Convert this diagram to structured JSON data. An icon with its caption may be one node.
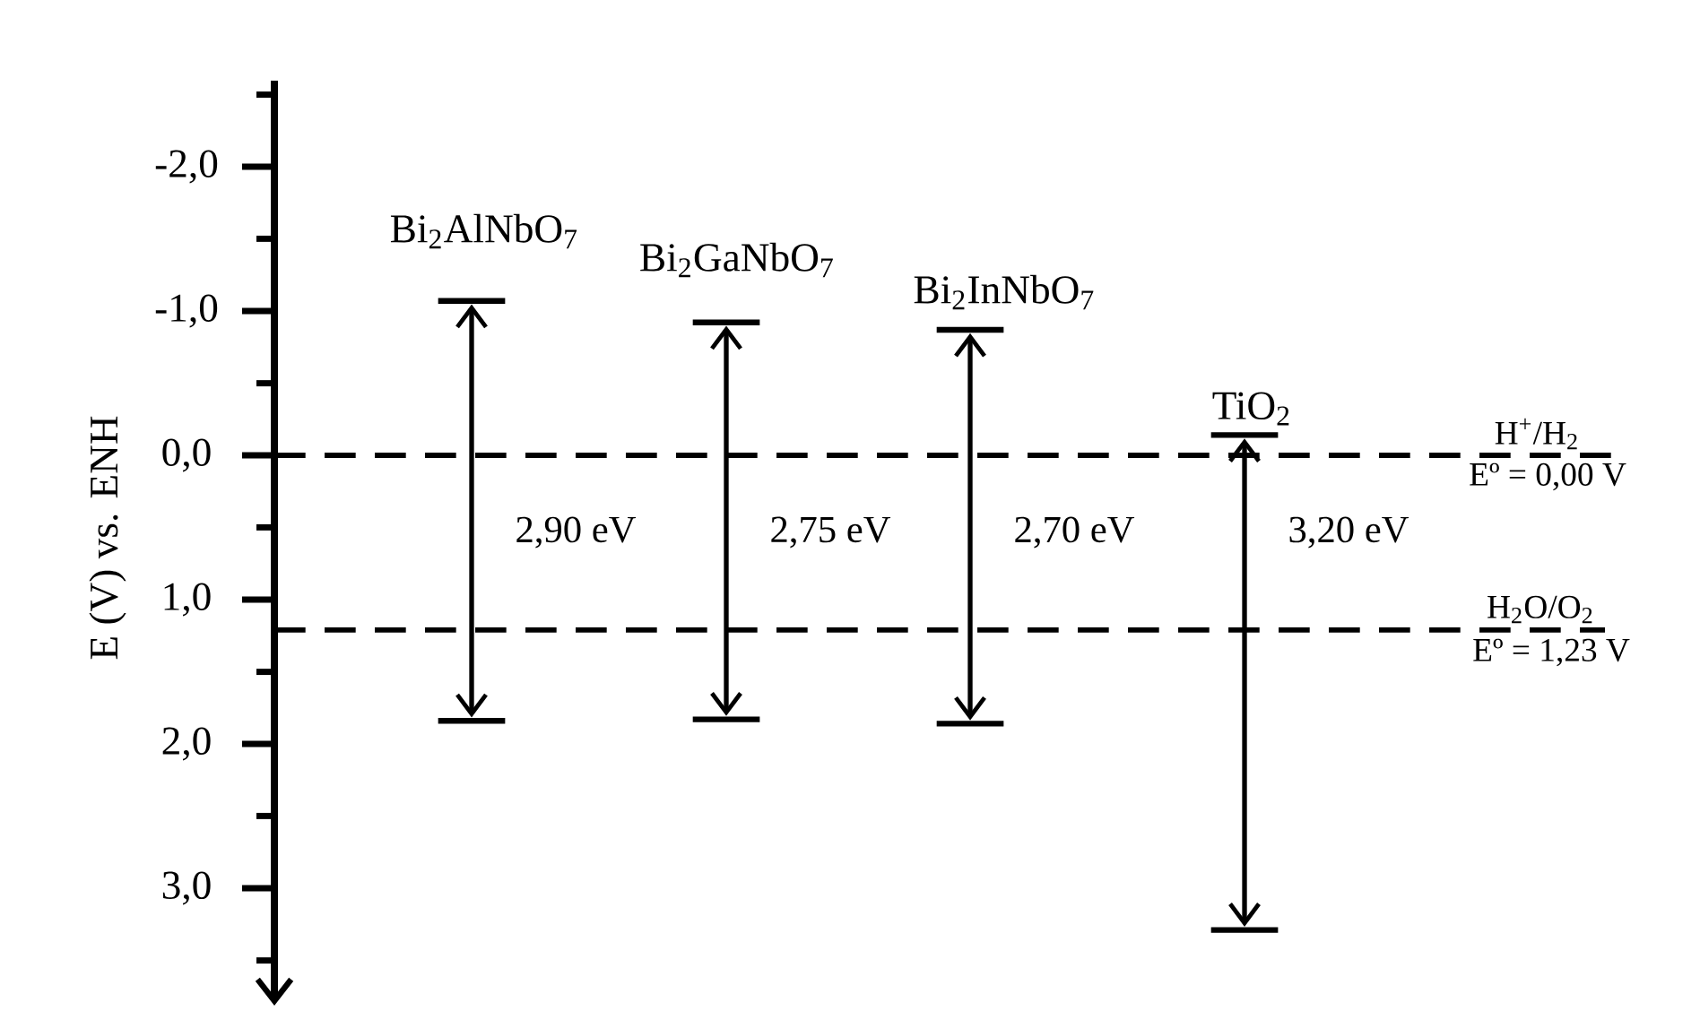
{
  "diagram": {
    "nodes": [
      {
        "text": [],
        "shape": "bar",
        "beside": [
          "Bi$_{2}$AlNbO$_{7}$"
        ]
      },
      {
        "text": [],
        "shape": "bar"
      },
      {
        "text": [],
        "shape": "bar",
        "beside": [
          "Bi$_{2}$GaNbO$_{7}$"
        ]
      },
      {
        "text": [],
        "shape": "bar"
      },
      {
        "text": [],
        "shape": "bar",
        "beside": [
          "Bi$_{2}$InNbO$_{7}$"
        ]
      },
      {
        "text": [],
        "shape": "bar"
      },
      {
        "text": [],
        "shape": "bar",
        "beside": [
          "TiO$_{2}$"
        ]
      },
      {
        "text": [],
        "shape": "bar"
      }
    ],
    "edges": [
      {
        "from": 0,
        "to": 1,
        "arrow": "both",
        "label": "2,90 eV"
      },
      {
        "from": 2,
        "to": 3,
        "arrow": "both",
        "label": "2,75 eV"
      },
      {
        "from": 4,
        "to": 5,
        "arrow": "both",
        "label": "2,70 eV"
      },
      {
        "from": 6,
        "to": 7,
        "arrow": "both",
        "label": "3,20 eV"
      }
    ],
    "labels": [
      "-2,0",
      "-1,0",
      "0,0",
      "1,0",
      "2,0",
      "3,0",
      "E (V) vs. ENH",
      "H$^{+}$/H$_{2}$",
      "Eº = 0,00 V",
      "H$_{2}$O/O$_{2}$",
      "Eº = 1,23 V"
    ]
  }
}
